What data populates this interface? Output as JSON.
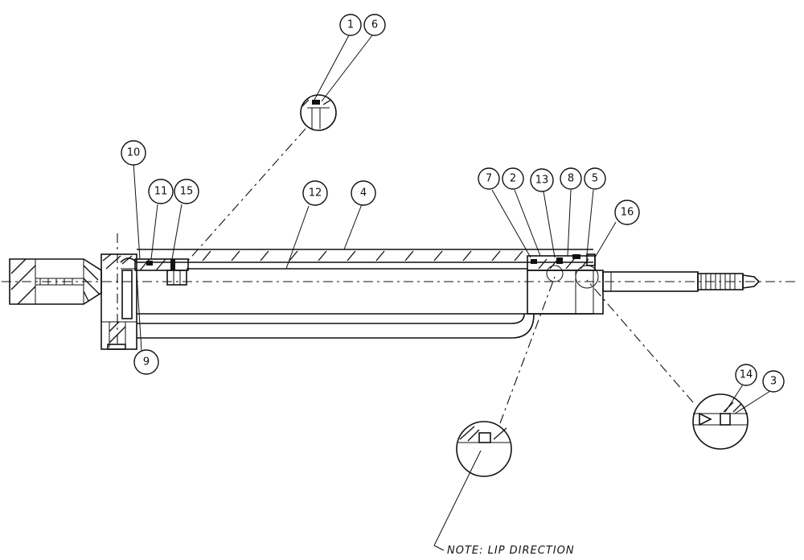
{
  "balloons": [
    {
      "id": "b1",
      "label": "1"
    },
    {
      "id": "b6",
      "label": "6"
    },
    {
      "id": "b10",
      "label": "10"
    },
    {
      "id": "b11",
      "label": "11"
    },
    {
      "id": "b15",
      "label": "15"
    },
    {
      "id": "b12",
      "label": "12"
    },
    {
      "id": "b4",
      "label": "4"
    },
    {
      "id": "b7",
      "label": "7"
    },
    {
      "id": "b2",
      "label": "2"
    },
    {
      "id": "b13",
      "label": "13"
    },
    {
      "id": "b8",
      "label": "8"
    },
    {
      "id": "b5",
      "label": "5"
    },
    {
      "id": "b16",
      "label": "16"
    },
    {
      "id": "b9",
      "label": "9"
    },
    {
      "id": "b14",
      "label": "14"
    },
    {
      "id": "b3",
      "label": "3"
    }
  ],
  "note": "NOTE:  LIP  DIRECTION"
}
